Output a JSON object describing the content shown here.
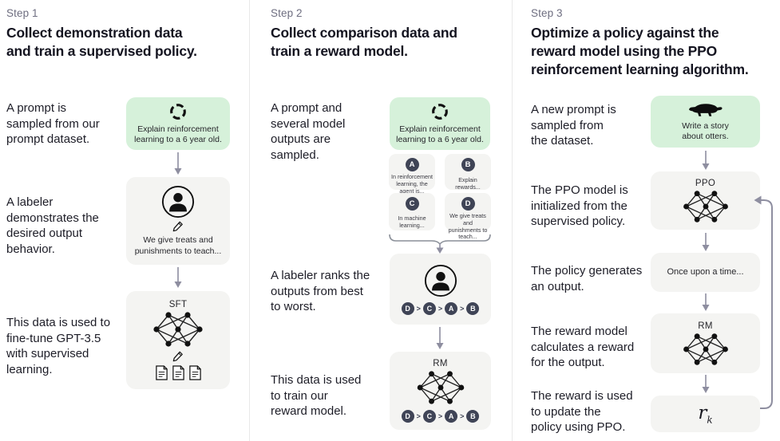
{
  "colors": {
    "background": "#ffffff",
    "green_box": "#d6f1da",
    "gray_box": "#f4f4f2",
    "arrow": "#8e8ea0",
    "chip": "#3f4456",
    "step_label": "#6e6e80",
    "text": "#1d1d27",
    "divider": "#e9e9e9"
  },
  "icons": {
    "prompt_sampling": "cycle-arrows-icon",
    "human_labeler": "person-icon",
    "writing": "pencil-icon",
    "model": "neural-network-icon",
    "training_data": "documents-icon",
    "otter_prompt": "otter-icon"
  },
  "columns": [
    {
      "step_label": "Step 1",
      "title_lines": [
        "Collect demonstration data",
        "and train a supervised policy."
      ],
      "captions": [
        [
          "A prompt is",
          "sampled from our",
          "prompt dataset."
        ],
        [
          "A labeler",
          "demonstrates the",
          "desired output",
          "behavior."
        ],
        [
          "This data is used to",
          "fine-tune GPT-3.5",
          "with supervised",
          "learning."
        ]
      ],
      "prompt_box_lines": [
        "Explain reinforcement",
        "learning to a 6 year old."
      ],
      "labeler_box_lines": [
        "We give treats and",
        "punishments to teach..."
      ],
      "sft_label": "SFT"
    },
    {
      "step_label": "Step 2",
      "title_lines": [
        "Collect comparison data and",
        "train a reward model."
      ],
      "captions": [
        [
          "A prompt and",
          "several model",
          "outputs are",
          "sampled."
        ],
        [
          "A labeler ranks the",
          "outputs from best",
          "to worst."
        ],
        [
          "This data is used",
          "to train our",
          "reward model."
        ]
      ],
      "prompt_box_lines": [
        "Explain reinforcement",
        "learning to a 6 year old."
      ],
      "outputs": [
        {
          "id": "A",
          "lines": [
            "In reinforcement",
            "learning, the",
            "agent is..."
          ]
        },
        {
          "id": "B",
          "lines": [
            "Explain rewards..."
          ]
        },
        {
          "id": "C",
          "lines": [
            "In machine",
            "learning..."
          ]
        },
        {
          "id": "D",
          "lines": [
            "We give treats and",
            "punishments to",
            "teach..."
          ]
        }
      ],
      "ranking": {
        "order": [
          "D",
          "C",
          "A",
          "B"
        ],
        "separator": ">"
      },
      "rm_label": "RM"
    },
    {
      "step_label": "Step 3",
      "title_lines": [
        "Optimize a policy against the",
        "reward model using the PPO",
        "reinforcement learning algorithm."
      ],
      "captions": [
        [
          "A new prompt is",
          "sampled from",
          "the dataset."
        ],
        [
          "The PPO model is",
          "initialized from the",
          "supervised policy."
        ],
        [
          "The policy generates",
          "an output."
        ],
        [
          "The reward model",
          "calculates a reward",
          "for the output."
        ],
        [
          "The reward is used",
          "to update the",
          "policy using PPO."
        ]
      ],
      "prompt_box_lines": [
        "Write a story",
        "about otters."
      ],
      "ppo_label": "PPO",
      "output_box_text": "Once upon a time...",
      "rm_label": "RM",
      "reward_symbol": {
        "base": "r",
        "subscript": "k"
      }
    }
  ]
}
